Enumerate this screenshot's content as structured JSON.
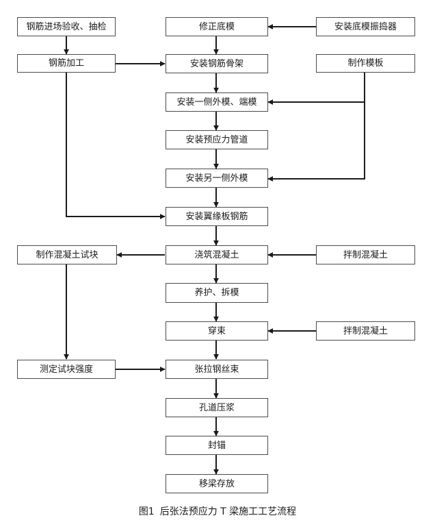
{
  "boxes": {
    "steel_inspection": "钢筋进场验收、抽检",
    "steel_processing": "钢筋加工",
    "fix_bottom_form": "修正底模",
    "install_vibrator": "安装底模振捣器",
    "install_steel_cage": "安装钢筋骨架",
    "make_formwork": "制作模板",
    "install_side_end_form": "安装一侧外模、端模",
    "install_prestress_duct": "安装预应力管道",
    "install_other_side_form": "安装另一侧外模",
    "install_flange_steel": "安装翼缘板钢筋",
    "make_test_block": "制作混凝土试块",
    "pour_concrete": "浇筑混凝土",
    "mix_concrete_1": "拌制混凝土",
    "cure_demold": "养护、拆模",
    "threading": "穿束",
    "mix_concrete_2": "拌制混凝土",
    "test_block_strength": "测定试块强度",
    "tension_strand": "张拉钢丝束",
    "duct_grouting": "孔道压浆",
    "anchor_seal": "封锚",
    "move_store_beam": "移梁存放"
  },
  "caption": {
    "figure_no": "图1",
    "title": "后张法预应力 T 梁施工工艺流程"
  }
}
